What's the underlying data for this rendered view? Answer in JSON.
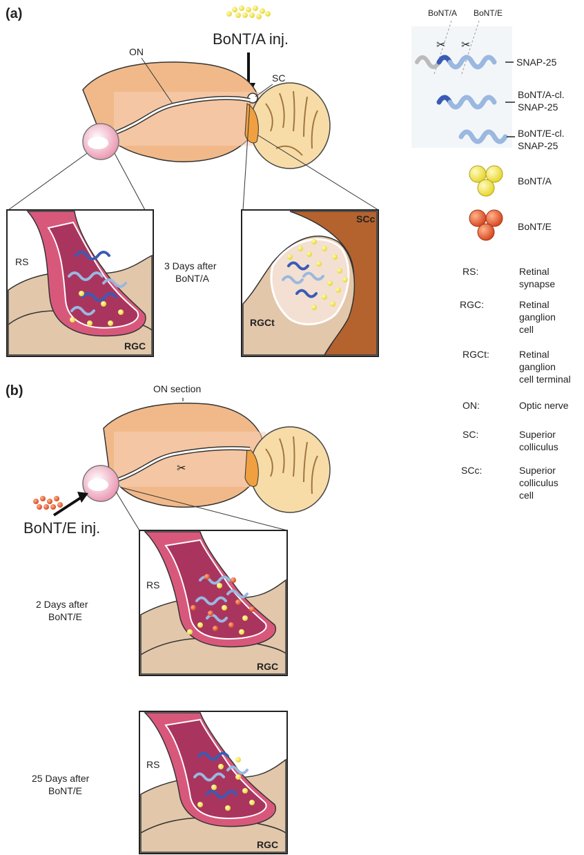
{
  "panel_a": {
    "letter": "(a)",
    "injection": "BoNT/A inj.",
    "on": "ON",
    "sc": "SC",
    "rs": "RS",
    "time": [
      "3 Days after",
      "BoNT/A"
    ],
    "rgc": "RGC",
    "scc": "SCc",
    "rgct": "RGCt"
  },
  "panel_b": {
    "letter": "(b)",
    "on_section": "ON section",
    "injection": "BoNT/E inj.",
    "inset1": {
      "rs": "RS",
      "time": [
        "2 Days after",
        "BoNT/E"
      ],
      "rgc": "RGC"
    },
    "inset2": {
      "rs": "RS",
      "time": [
        "25 Days after",
        "BoNT/E"
      ],
      "rgc": "RGC"
    }
  },
  "legend": {
    "cleave_a": "BoNT/A",
    "cleave_e": "BoNT/E",
    "snap25": "SNAP-25",
    "bonta_cl": [
      "BoNT/A-cl.",
      "SNAP-25"
    ],
    "bonte_cl": [
      "BoNT/E-cl.",
      "SNAP-25"
    ],
    "bonta": "BoNT/A",
    "bonte": "BoNT/E"
  },
  "abbreviations": [
    {
      "abbr": "RS:",
      "lines": [
        "Retinal",
        "synapse"
      ]
    },
    {
      "abbr": "RGC:",
      "lines": [
        "Retinal",
        "ganglion",
        "cell"
      ]
    },
    {
      "abbr": "RGCt:",
      "lines": [
        "Retinal",
        "ganglion",
        "cell terminal"
      ]
    },
    {
      "abbr": "ON:",
      "lines": [
        "Optic nerve"
      ]
    },
    {
      "abbr": "SC:",
      "lines": [
        "Superior",
        "colliculus"
      ]
    },
    {
      "abbr": "SCc:",
      "lines": [
        "Superior",
        "colliculus",
        "cell"
      ]
    }
  ],
  "colors": {
    "brain": "#f1b98a",
    "brain_stripe": "#f5d2b8",
    "synapse": "#b8436f",
    "synapse_outer": "#d8587c",
    "rgc_body": "#e2c7aa",
    "toxin_a": "#f3e64a",
    "toxin_e": "#e2552c",
    "snap": "#9ab8e0",
    "snap_dark": "#3a5bb5",
    "scc": "#b5632e"
  }
}
